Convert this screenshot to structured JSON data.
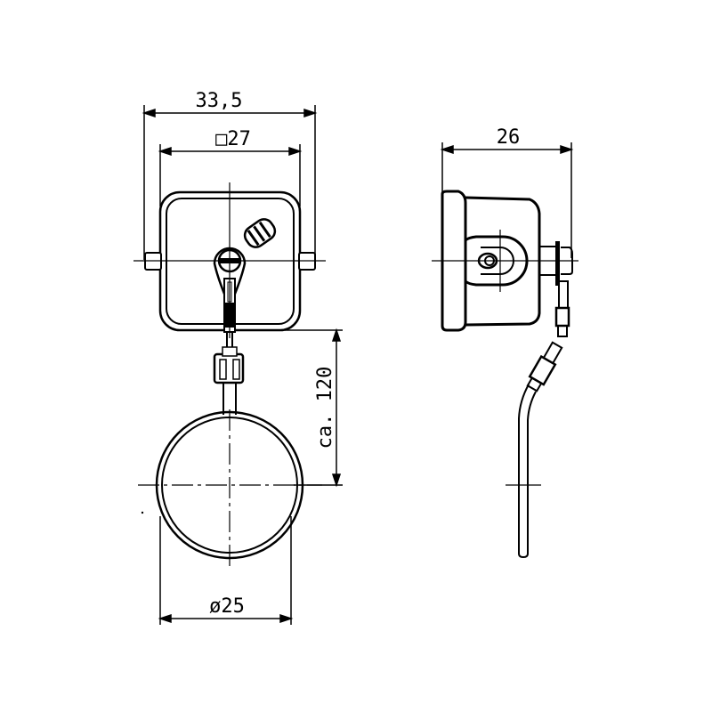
{
  "drawing": {
    "front_view": {
      "dim_overall_width": "33,5",
      "dim_body_square": "□27",
      "dim_cable_length": "ca. 120",
      "dim_ring_diameter": "ø25"
    },
    "side_view": {
      "dim_depth": "26"
    },
    "colors": {
      "line": "#000000",
      "background": "#ffffff"
    }
  }
}
